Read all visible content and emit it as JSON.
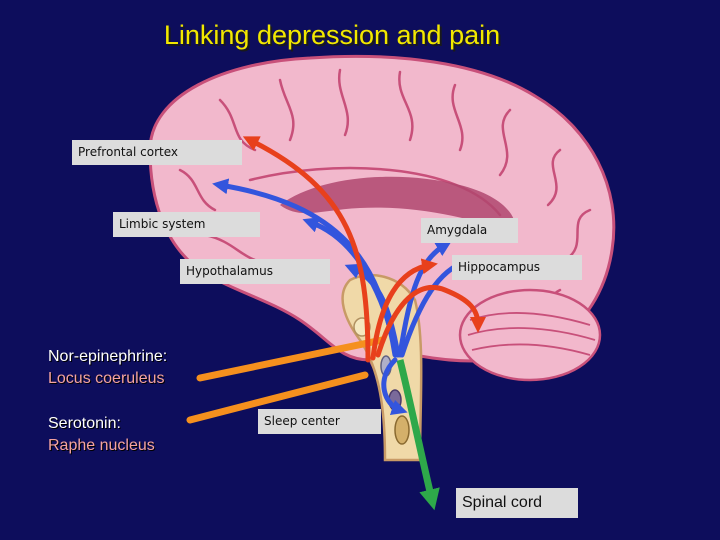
{
  "title": "Linking depression and pain",
  "labels": {
    "prefrontal_cortex": "Prefrontal cortex",
    "limbic_system": "Limbic system",
    "amygdala": "Amygdala",
    "hypothalamus": "Hypothalamus",
    "hippocampus": "Hippocampus",
    "sleep_center": "Sleep center",
    "spinal_cord": "Spinal cord"
  },
  "legend": {
    "norepinephrine": {
      "name": "Nor-epinephrine:",
      "source": "Locus coeruleus"
    },
    "serotonin": {
      "name": "Serotonin:",
      "source": "Raphe nucleus"
    }
  },
  "colors": {
    "background": "#0d0d5c",
    "title": "#f2e800",
    "brain": "#f2b8cc",
    "brain_outline": "#c8507a",
    "norepinephrine_arrow": "#e8401c",
    "serotonin_arrow": "#3355dd",
    "source_arrow": "#f5901e",
    "spinal_arrow": "#2ea84a"
  }
}
